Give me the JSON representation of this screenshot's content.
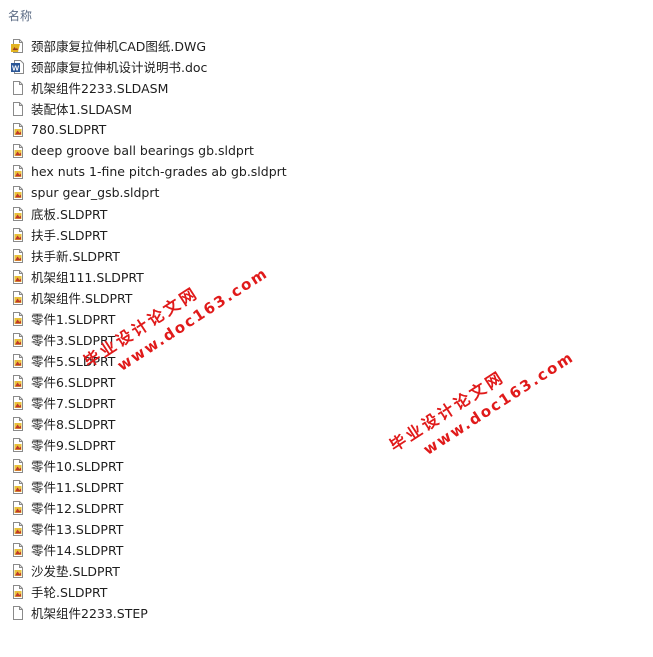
{
  "header": {
    "name_column": "名称"
  },
  "files": [
    {
      "name": "颈部康复拉伸机CAD图纸.DWG",
      "icon": "dwg-icon"
    },
    {
      "name": "颈部康复拉伸机设计说明书.doc",
      "icon": "word-doc-icon"
    },
    {
      "name": "机架组件2233.SLDASM",
      "icon": "blank-file-icon"
    },
    {
      "name": "装配体1.SLDASM",
      "icon": "blank-file-icon"
    },
    {
      "name": "780.SLDPRT",
      "icon": "sldprt-icon"
    },
    {
      "name": "deep groove ball bearings gb.sldprt",
      "icon": "sldprt-icon"
    },
    {
      "name": "hex nuts 1-fine pitch-grades ab gb.sldprt",
      "icon": "sldprt-icon"
    },
    {
      "name": "spur gear_gsb.sldprt",
      "icon": "sldprt-icon"
    },
    {
      "name": "底板.SLDPRT",
      "icon": "sldprt-icon"
    },
    {
      "name": "扶手.SLDPRT",
      "icon": "sldprt-icon"
    },
    {
      "name": "扶手新.SLDPRT",
      "icon": "sldprt-icon"
    },
    {
      "name": "机架组111.SLDPRT",
      "icon": "sldprt-icon"
    },
    {
      "name": "机架组件.SLDPRT",
      "icon": "sldprt-icon"
    },
    {
      "name": "零件1.SLDPRT",
      "icon": "sldprt-icon"
    },
    {
      "name": "零件3.SLDPRT",
      "icon": "sldprt-icon"
    },
    {
      "name": "零件5.SLDPRT",
      "icon": "sldprt-icon"
    },
    {
      "name": "零件6.SLDPRT",
      "icon": "sldprt-icon"
    },
    {
      "name": "零件7.SLDPRT",
      "icon": "sldprt-icon"
    },
    {
      "name": "零件8.SLDPRT",
      "icon": "sldprt-icon"
    },
    {
      "name": "零件9.SLDPRT",
      "icon": "sldprt-icon"
    },
    {
      "name": "零件10.SLDPRT",
      "icon": "sldprt-icon"
    },
    {
      "name": "零件11.SLDPRT",
      "icon": "sldprt-icon"
    },
    {
      "name": "零件12.SLDPRT",
      "icon": "sldprt-icon"
    },
    {
      "name": "零件13.SLDPRT",
      "icon": "sldprt-icon"
    },
    {
      "name": "零件14.SLDPRT",
      "icon": "sldprt-icon"
    },
    {
      "name": "沙发垫.SLDPRT",
      "icon": "sldprt-icon"
    },
    {
      "name": "手轮.SLDPRT",
      "icon": "sldprt-icon"
    },
    {
      "name": "机架组件2233.STEP",
      "icon": "blank-file-icon"
    }
  ],
  "watermarks": [
    {
      "cn": "毕业设计论文网",
      "url": "www.doc163.com"
    },
    {
      "cn": "毕业设计论文网",
      "url": "www.doc163.com"
    }
  ],
  "colors": {
    "watermark": "#e01a1a",
    "header_text": "#5b6b84"
  }
}
